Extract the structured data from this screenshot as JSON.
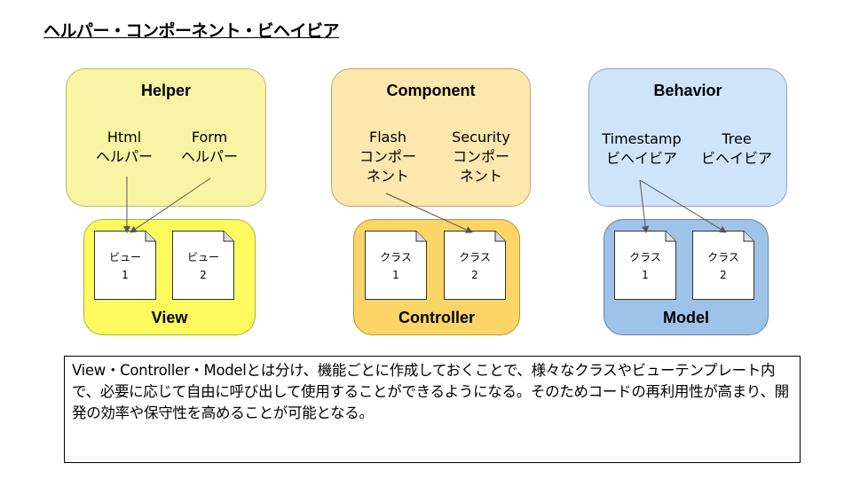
{
  "title": "ヘルパー・コンポーネント・ビヘイビア",
  "colors": {
    "helper_fill": "#f9f4a4",
    "helper_border": "#b9b86a",
    "view_fill": "#fdfa5e",
    "view_border": "#b4ae3a",
    "component_fill": "#fde7ad",
    "component_border": "#c2a866",
    "controller_fill": "#fcd567",
    "controller_border": "#b8953a",
    "behavior_fill": "#cfe3fa",
    "behavior_border": "#8aa4c6",
    "model_fill": "#9fc3e8",
    "model_border": "#6785a8",
    "arrow": "#555555"
  },
  "helper": {
    "title": "Helper",
    "items": [
      {
        "line1": "Html",
        "line2": "ヘルパー"
      },
      {
        "line1": "Form",
        "line2": "ヘルパー"
      }
    ]
  },
  "view": {
    "title": "View",
    "docs": [
      {
        "line1": "ビュー",
        "line2": "1"
      },
      {
        "line1": "ビュー",
        "line2": "2"
      }
    ]
  },
  "component": {
    "title": "Component",
    "items": [
      {
        "line1": "Flash",
        "line2": "コンポー",
        "line3": "ネント"
      },
      {
        "line1": "Security",
        "line2": "コンポー",
        "line3": "ネント"
      }
    ]
  },
  "controller": {
    "title": "Controller",
    "docs": [
      {
        "line1": "クラス",
        "line2": "1"
      },
      {
        "line1": "クラス",
        "line2": "2"
      }
    ]
  },
  "behavior": {
    "title": "Behavior",
    "items": [
      {
        "line1": "Timestamp",
        "line2": "ビヘイビア"
      },
      {
        "line1": "Tree",
        "line2": "ビヘイビア"
      }
    ]
  },
  "model": {
    "title": "Model",
    "docs": [
      {
        "line1": "クラス",
        "line2": "1"
      },
      {
        "line1": "クラス",
        "line2": "2"
      }
    ]
  },
  "note": {
    "text": "View・Controller・Modelとは分け、機能ごとに作成しておくことで、様々なクラスやビューテンプレート内で、必要に応じて自由に呼び出して使用することができるようになる。そのためコードの再利用性が高まり、開発の効率や保守性を高めることが可能となる。"
  }
}
